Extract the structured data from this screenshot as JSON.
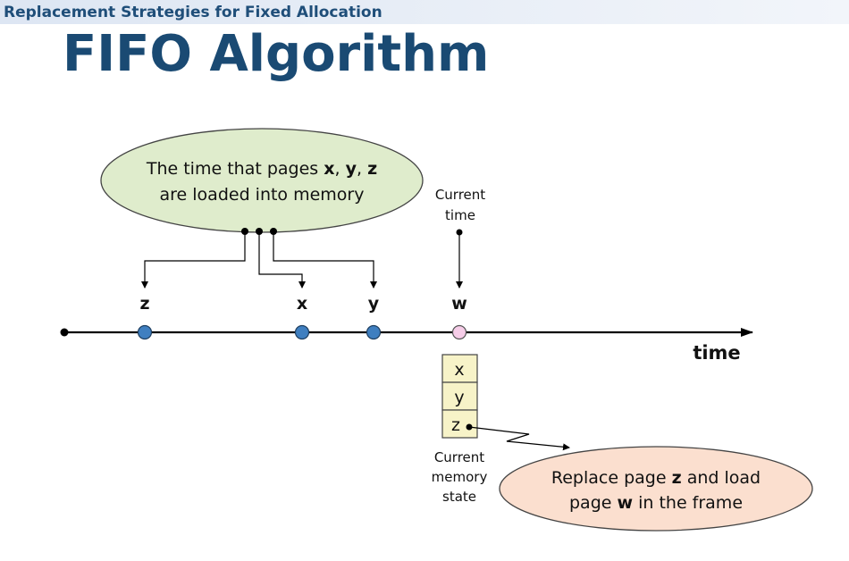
{
  "header": {
    "section_title": "Replacement Strategies for Fixed Allocation",
    "slide_title": "FIFO Algorithm"
  },
  "callout_top": {
    "line1": [
      "The time that pages ",
      "x",
      ", ",
      "y",
      ", ",
      "z"
    ],
    "line2": "are loaded into memory"
  },
  "current_time": {
    "line1": "Current",
    "line2": "time"
  },
  "timeline": {
    "axis_label": "time",
    "points": [
      {
        "label": "z",
        "kind": "loaded"
      },
      {
        "label": "x",
        "kind": "loaded"
      },
      {
        "label": "y",
        "kind": "loaded"
      },
      {
        "label": "w",
        "kind": "current"
      }
    ]
  },
  "memory_state": {
    "frames": [
      "x",
      "y",
      "z"
    ],
    "caption": [
      "Current",
      "memory",
      "state"
    ]
  },
  "callout_bottom": {
    "line1": [
      "Replace page ",
      "z",
      " and load"
    ],
    "line2": [
      "page ",
      "w",
      " in the frame"
    ]
  },
  "colors": {
    "loaded_dot": "#3f7fc0",
    "current_dot": "#f6cde8",
    "top_callout_fill": "#dfeccc",
    "bottom_callout_fill": "#fbdfcf",
    "frame_fill": "#f7f3c8",
    "title": "#1a4a73"
  }
}
